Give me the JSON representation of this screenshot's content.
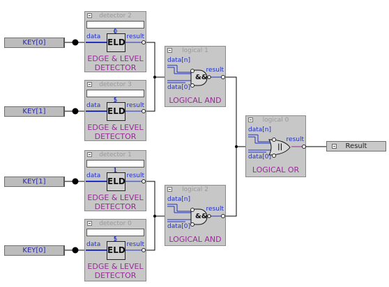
{
  "inputs": [
    {
      "label": "KEY[0]"
    },
    {
      "label": "KEY[1]"
    },
    {
      "label": "KEY[1]"
    },
    {
      "label": "KEY[0]"
    }
  ],
  "detectors": [
    {
      "title": "detector 2",
      "param": "0",
      "port_in": "data",
      "port_out": "result",
      "symbol": "ELD",
      "desc1": "EDGE & LEVEL",
      "desc2": "DETECTOR"
    },
    {
      "title": "detector 3",
      "param": "5",
      "port_in": "data",
      "port_out": "result",
      "symbol": "ELD",
      "desc1": "EDGE & LEVEL",
      "desc2": "DETECTOR"
    },
    {
      "title": "detector 1",
      "param": "1",
      "port_in": "data",
      "port_out": "result",
      "symbol": "ELD",
      "desc1": "EDGE & LEVEL",
      "desc2": "DETECTOR"
    },
    {
      "title": "detector 0",
      "param": "5",
      "port_in": "data",
      "port_out": "result",
      "symbol": "ELD",
      "desc1": "EDGE & LEVEL",
      "desc2": "DETECTOR"
    }
  ],
  "ands": [
    {
      "title": "logical 1",
      "port_in1": "data[n]",
      "port_in2": "data[0]",
      "port_out": "result",
      "symbol": "&&",
      "desc": "LOGICAL AND"
    },
    {
      "title": "logical 2",
      "port_in1": "data[n]",
      "port_in2": "data[0]",
      "port_out": "result",
      "symbol": "&&",
      "desc": "LOGICAL AND"
    }
  ],
  "or": {
    "title": "logical 0",
    "port_in1": "data[n]",
    "port_in2": "data[0]",
    "port_out": "result",
    "symbol": "||",
    "desc": "LOGICAL OR"
  },
  "output": {
    "label": "Result"
  }
}
